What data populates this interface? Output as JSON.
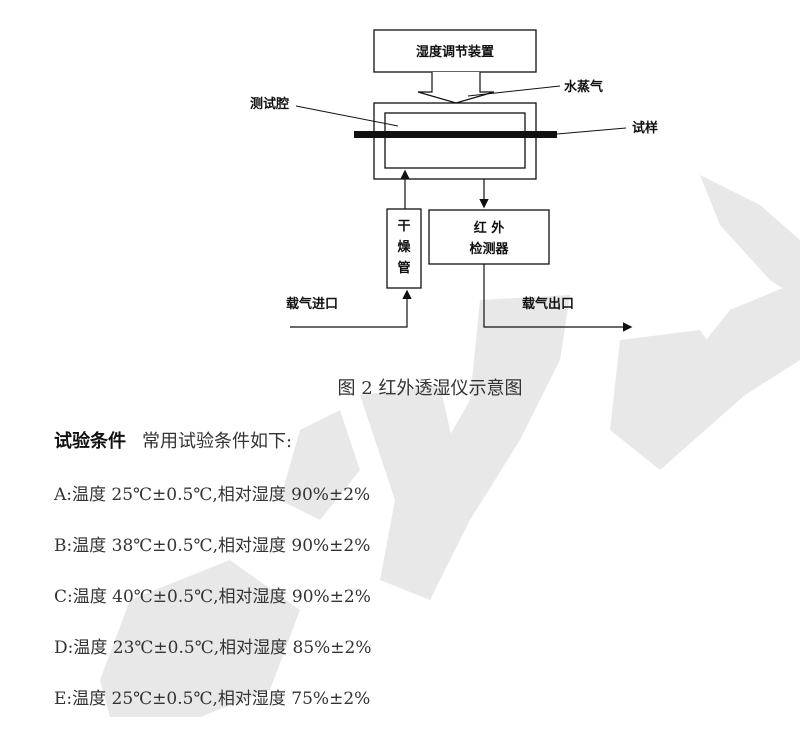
{
  "diagram": {
    "humidity_device": "湿度调节装置",
    "water_vapor": "水蒸气",
    "test_chamber": "测试腔",
    "sample": "试样",
    "drying_tube": [
      "干",
      "燥",
      "管"
    ],
    "ir_detector_line1": "红  外",
    "ir_detector_line2": "检测器",
    "carrier_in": "载气进口",
    "carrier_out": "载气出口"
  },
  "caption": "图 2 红外透湿仪示意图",
  "conditions": {
    "heading_bold": "试验条件",
    "heading_text": "常用试验条件如下:",
    "items": [
      "A:温度 25℃±0.5℃,相对湿度 90%±2%",
      "B:温度 38℃±0.5℃,相对湿度 90%±2%",
      "C:温度 40℃±0.5℃,相对湿度 90%±2%",
      "D:温度 23℃±0.5℃,相对湿度 85%±2%",
      "E:温度 25℃±0.5℃,相对湿度 75%±2%"
    ]
  },
  "colors": {
    "watermark": "#e6e6e6",
    "line": "#111111"
  }
}
